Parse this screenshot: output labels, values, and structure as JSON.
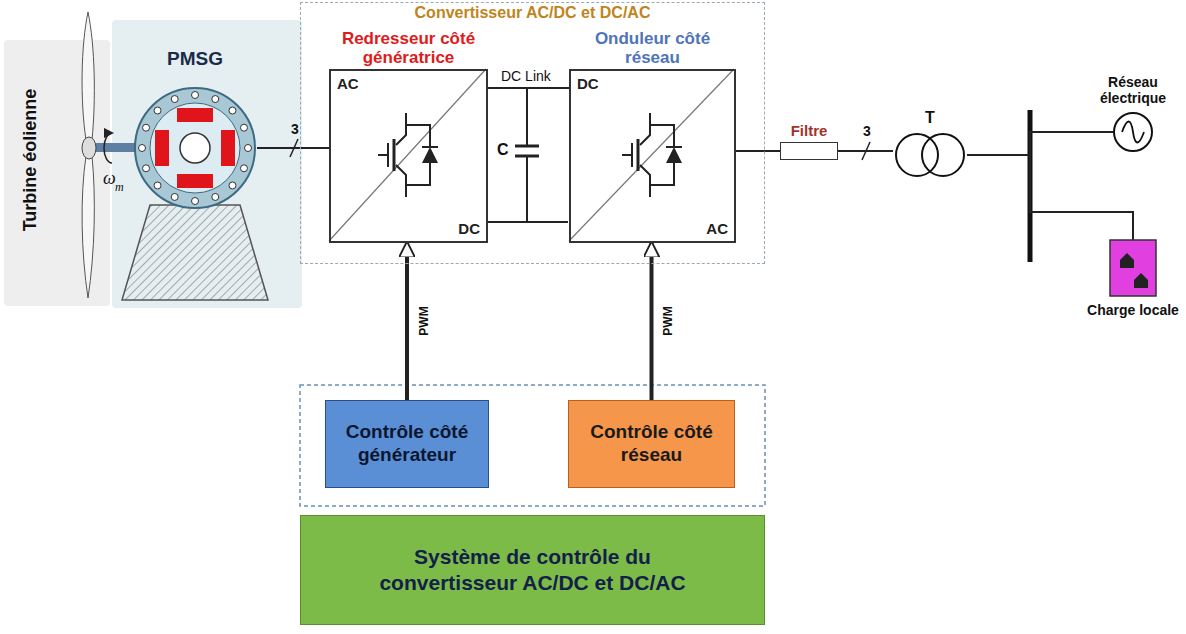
{
  "diagram": {
    "nodes": [
      {
        "text": [
          "PMSG"
        ]
      },
      {
        "text": [
          "Convertisseur AC/DC et DC/AC"
        ]
      },
      {
        "text": [
          "Redresseur côté génératrice",
          "AC",
          "DC"
        ],
        "in": 1
      },
      {
        "text": [
          "Onduleur côté réseau",
          "DC",
          "AC"
        ],
        "in": 1
      },
      {
        "text": [
          "Filtre"
        ]
      },
      {
        "text": [
          "T"
        ]
      },
      {
        "text": [
          "Réseau électrique"
        ]
      },
      {
        "text": [
          "Charge locale"
        ]
      },
      {
        "text": [
          "Contrôle côté générateur"
        ]
      },
      {
        "text": [
          "Contrôle côté réseau"
        ]
      },
      {
        "text": [
          "Système de contrôle du convertisseur AC/DC et DC/AC"
        ]
      }
    ],
    "edges": [
      {
        "from": 0,
        "to": 2,
        "arrow": "none",
        "label": "3"
      },
      {
        "from": 2,
        "to": 3,
        "arrow": "none"
      },
      {
        "from": 3,
        "to": 4,
        "arrow": "none"
      },
      {
        "from": 4,
        "to": 5,
        "arrow": "none",
        "label": "3"
      },
      {
        "from": 5,
        "to": 6,
        "arrow": "none"
      },
      {
        "from": 5,
        "to": 7,
        "arrow": "none"
      },
      {
        "from": 8,
        "to": 2,
        "arrow": "to",
        "label": "PWM"
      },
      {
        "from": 9,
        "to": 3,
        "arrow": "to",
        "label": "PWM"
      }
    ],
    "labels": [
      "Turbine éolienne",
      "ω",
      "m",
      "DC Link",
      "C"
    ]
  }
}
